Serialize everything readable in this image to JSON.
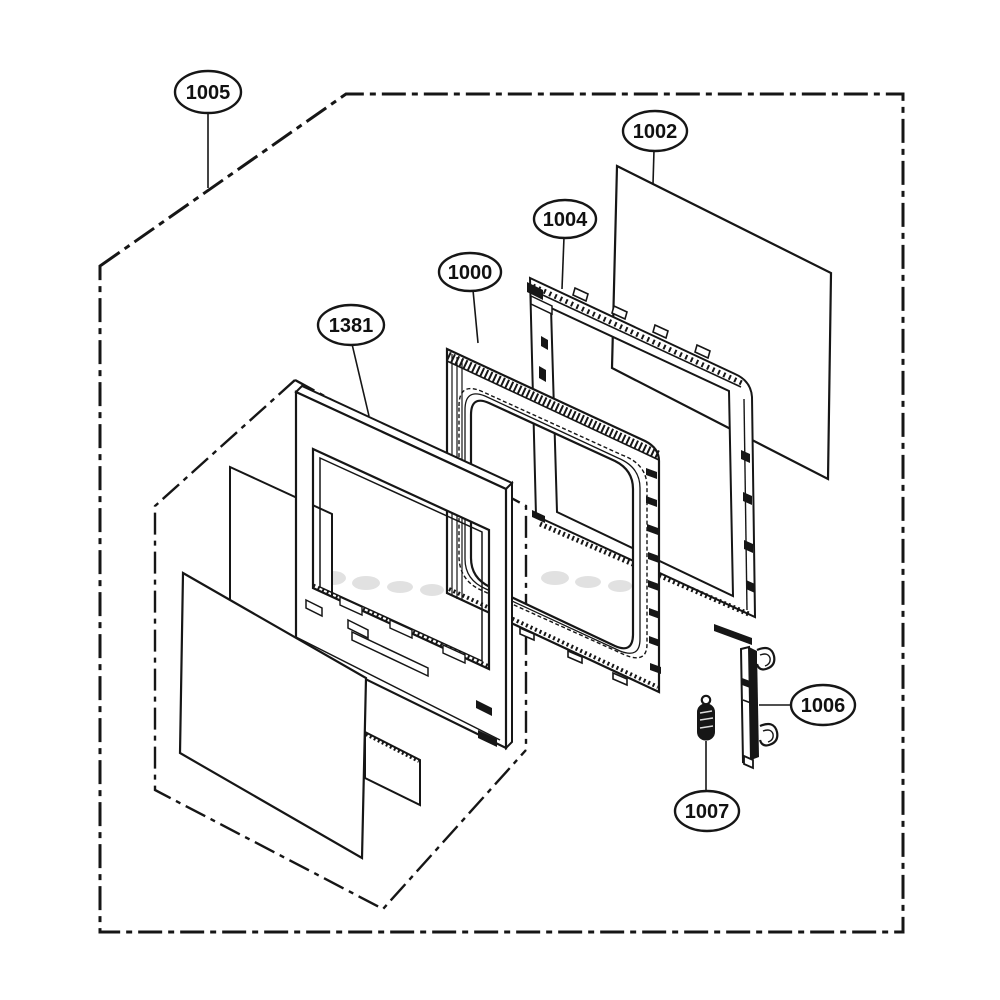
{
  "diagram": {
    "callouts": {
      "c1005": "1005",
      "c1002": "1002",
      "c1004": "1004",
      "c1000": "1000",
      "c1381": "1381",
      "c1006": "1006",
      "c1007": "1007"
    },
    "colors": {
      "line": "#161616",
      "background": "#ffffff",
      "watermark": "#c4c4c4"
    }
  }
}
